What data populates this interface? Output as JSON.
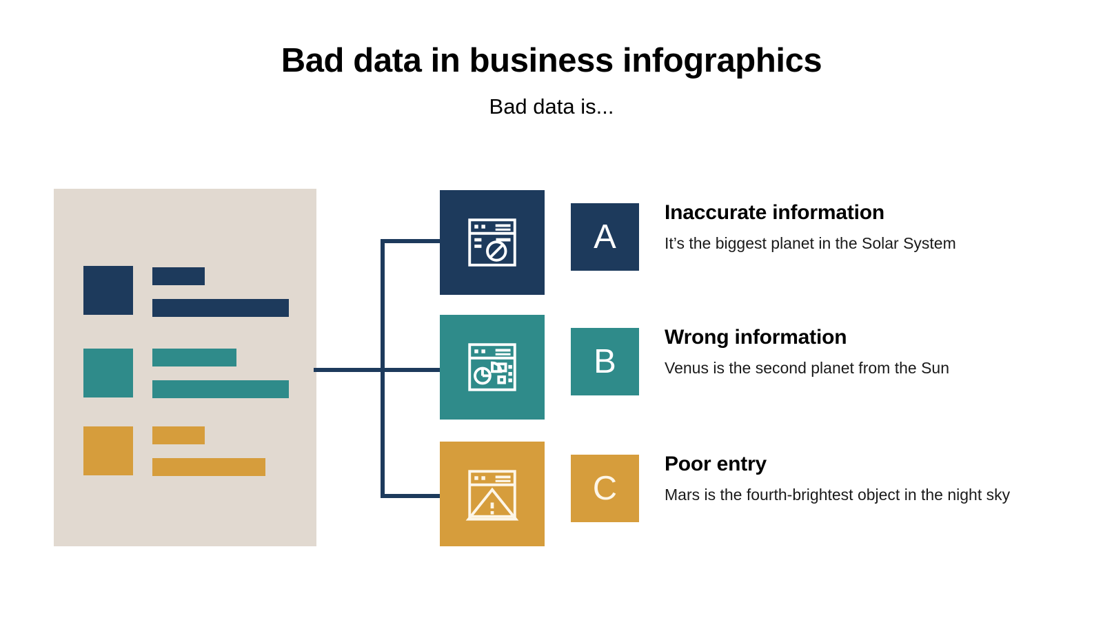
{
  "header": {
    "title": "Bad data in business infographics",
    "subtitle": "Bad data is..."
  },
  "colors": {
    "navy": "#1d3a5c",
    "teal": "#2f8b8a",
    "gold": "#d69d3c",
    "panel_beige": "#e1d9d0",
    "background": "#ffffff",
    "icon_stroke": "#ffffff",
    "connector_line": "#1d3a5c"
  },
  "doc_panel": {
    "rows": [
      {
        "color_key": "navy",
        "square": true,
        "bars": 2
      },
      {
        "color_key": "teal",
        "square": true,
        "bars": 2
      },
      {
        "color_key": "gold",
        "square": true,
        "bars": 2
      }
    ]
  },
  "items": [
    {
      "letter": "A",
      "heading": "Inaccurate information",
      "description": "It’s the biggest planet in the Solar System",
      "icon": "browser-window-blocked-icon",
      "color_key": "navy"
    },
    {
      "letter": "B",
      "heading": "Wrong information",
      "description": "Venus is the second planet from the Sun",
      "icon": "browser-window-chart-icon",
      "color_key": "teal"
    },
    {
      "letter": "C",
      "heading": "Poor entry",
      "description": "Mars is the fourth-brightest object in the night sky",
      "icon": "browser-window-warning-icon",
      "color_key": "gold"
    }
  ]
}
